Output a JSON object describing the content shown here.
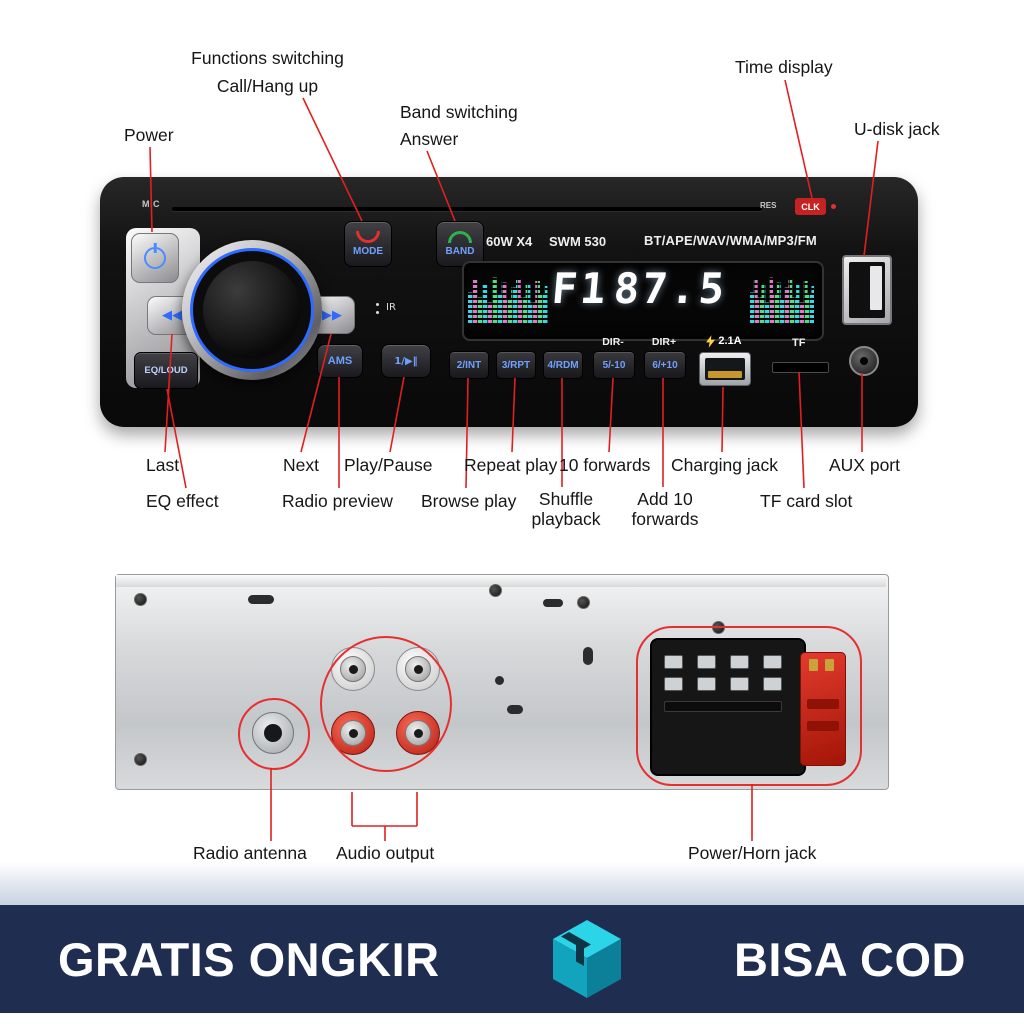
{
  "front": {
    "callouts": {
      "functions": {
        "l1": "Functions switching",
        "l2": "Call/Hang up"
      },
      "band": {
        "l1": "Band switching",
        "l2": "Answer"
      },
      "time_display": "Time display",
      "power": "Power",
      "u_disk": "U-disk jack",
      "last": "Last",
      "next": "Next",
      "play_pause": "Play/Pause",
      "repeat_play": "Repeat play",
      "ten_forwards": "10 forwards",
      "charging_jack": "Charging jack",
      "aux_port": "AUX port",
      "eq_effect": "EQ effect",
      "radio_preview": "Radio preview",
      "browse_play": "Browse play",
      "shuffle": {
        "l1": "Shuffle",
        "l2": "playback"
      },
      "add_ten": {
        "l1": "Add 10",
        "l2": "forwards"
      },
      "tf_card": "TF card slot"
    }
  },
  "device": {
    "mic": "MIC",
    "res": "RES",
    "clk": "CLK",
    "prev_icon": "◀◀",
    "next_icon": "▶▶",
    "mode": "MODE",
    "band": "BAND",
    "ams": "AMS",
    "play_btn": "1/▶‖",
    "eq_loud": "EQ/LOUD",
    "ir": "IR",
    "power_spec": "60W X4",
    "model": "SWM 530",
    "formats": "BT/APE/WAV/WMA/MP3/FM",
    "display": {
      "band": "F1",
      "freq": "87.5"
    },
    "keys": {
      "k2": "2/INT",
      "k3": "3/RPT",
      "k4": "4/RDM",
      "k5": "5/-10",
      "k6": "6/+10",
      "dir_minus": "DIR-",
      "dir_plus": "DIR+"
    },
    "charge_current": "2.1A",
    "tf": "TF"
  },
  "rear": {
    "radio_antenna": "Radio antenna",
    "audio_output": "Audio output",
    "power_horn": "Power/Horn jack"
  },
  "banner": {
    "left": "GRATIS ONGKIR",
    "right": "BISA COD"
  },
  "colors": {
    "callout_red": "#e02020",
    "accent_blue": "#2f6bff",
    "banner_navy": "#1e2d50",
    "logo_teal": "#17b7cf"
  }
}
